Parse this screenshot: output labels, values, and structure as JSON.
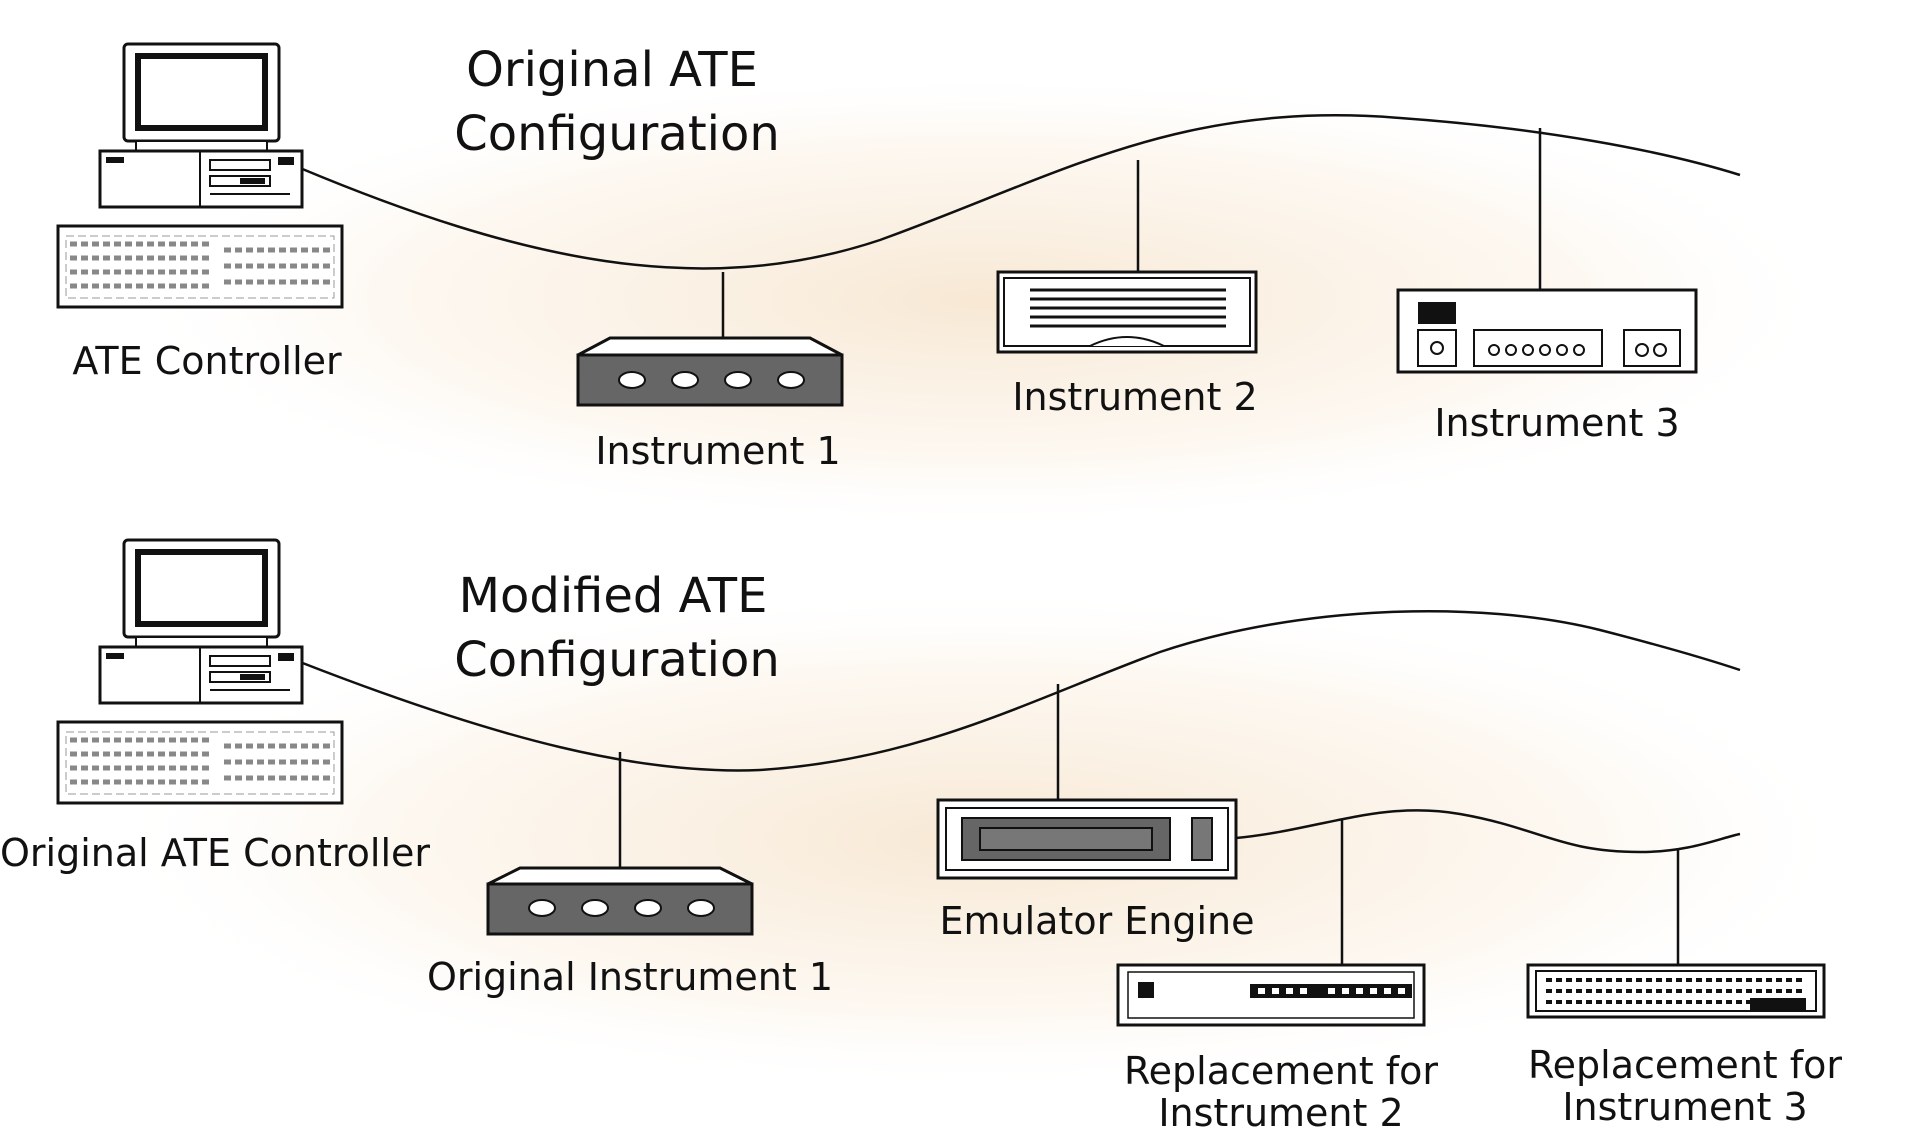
{
  "top_config": {
    "title_line1": "Original ATE",
    "title_line2": "Configuration",
    "controller_label": "ATE Controller",
    "instrument1_label": "Instrument 1",
    "instrument2_label": "Instrument 2",
    "instrument3_label": "Instrument 3"
  },
  "bottom_config": {
    "title_line1": "Modified ATE",
    "title_line2": "Configuration",
    "controller_label": "Original ATE Controller",
    "instrument1_label": "Original Instrument 1",
    "emulator_label": "Emulator Engine",
    "replacement2_line1": "Replacement for",
    "replacement2_line2": "Instrument 2",
    "replacement3_line1": "Replacement for",
    "replacement3_line2": "Instrument 3"
  },
  "colors": {
    "stroke": "#111111",
    "device_fill": "#ffffff",
    "device_dark": "#555555",
    "glow": "#f8ead7"
  }
}
